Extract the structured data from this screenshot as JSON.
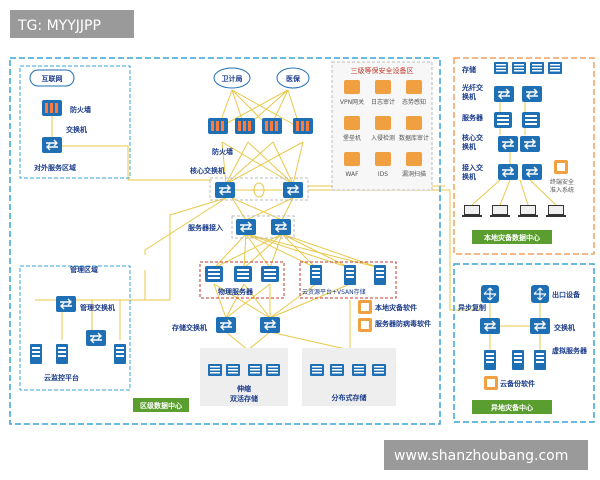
{
  "watermark_top": "TG: MYYJJPP",
  "watermark_bottom": "www.shanzhoubang.com",
  "nodes": {
    "internet": "互联网",
    "health_bureau": "卫计局",
    "medical_insurance": "医保",
    "firewall_dmz": "防火墙",
    "switch_dmz": "交换机",
    "dmz_area": "对外服务区域",
    "firewall_core": "防火墙",
    "core_switch": "核心交换机",
    "server_access": "服务器接入",
    "physical_server": "物理服务器",
    "cloud_platform_vsan": "云资源平台+VSAN存储",
    "storage_switch": "存储交换机",
    "backup_software": "本地灾备软件",
    "antivirus_software": "服务器防病毒软件",
    "dual_active_storage_1": "伸缩",
    "dual_active_storage_2": "双活存储",
    "distributed_storage": "分布式存储",
    "mgmt_area": "管理区域",
    "mgmt_switch": "管理交换机",
    "cloud_monitor": "云监控平台",
    "regional_dc": "区级数据中心"
  },
  "security_zone": {
    "title": "三级等保安全设备区",
    "items": [
      "VPN网关",
      "日志审计",
      "态势感知",
      "堡垒机",
      "入侵检测",
      "数据库审计",
      "WAF",
      "IDS",
      "漏洞扫描"
    ]
  },
  "local_backup": {
    "storage": "存储",
    "fc_switch": "光纤交换机",
    "server": "服务器",
    "core_switch": "核心交换机",
    "access_switch": "接入交换机",
    "terminal_security": "终端安全准入系统",
    "title": "本地灾备数据中心"
  },
  "remote_backup": {
    "async_copy": "异步复制",
    "egress": "出口设备",
    "switch": "交换机",
    "virtual_server": "虚拟服务器",
    "cloud_backup": "云备份软件",
    "title": "异地灾备中心"
  },
  "colors": {
    "regional_border": "#3aa3d8",
    "local_backup_border": "#f0a060",
    "remote_backup_border": "#3aa3d8",
    "title_bg": "#5a9e2f",
    "link_yellow": "#e8c94a",
    "device_blue": "#1f6fb5"
  }
}
